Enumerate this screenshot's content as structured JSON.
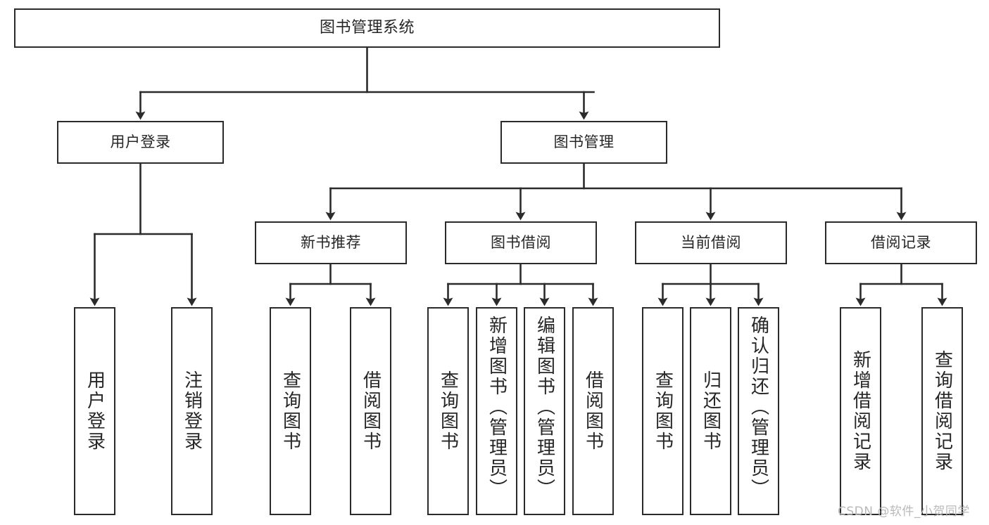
{
  "diagram": {
    "title": "图书管理系统",
    "type": "tree-hierarchy-diagram",
    "root": {
      "label": "图书管理系统"
    },
    "level2": [
      {
        "label": "用户登录"
      },
      {
        "label": "图书管理"
      }
    ],
    "level3": [
      {
        "label": "新书推荐"
      },
      {
        "label": "图书借阅"
      },
      {
        "label": "当前借阅"
      },
      {
        "label": "借阅记录"
      }
    ],
    "leaves": {
      "user_login": [
        {
          "label": "用户登录"
        },
        {
          "label": "注销登录"
        }
      ],
      "new_book_recommend": [
        {
          "label": "查询图书"
        },
        {
          "label": "借阅图书"
        }
      ],
      "book_borrow": [
        {
          "label": "查询图书"
        },
        {
          "label": "新增图书（管理员）"
        },
        {
          "label": "编辑图书（管理员）"
        },
        {
          "label": "借阅图书"
        }
      ],
      "current_borrow": [
        {
          "label": "查询图书"
        },
        {
          "label": "归还图书"
        },
        {
          "label": "确认归还（管理员）"
        }
      ],
      "borrow_record": [
        {
          "label": "新增借阅记录"
        },
        {
          "label": "查询借阅记录"
        }
      ]
    }
  },
  "watermark": {
    "text": "CSDN @软件_小贺同学"
  },
  "colors": {
    "border": "#2b2b2b",
    "text": "#262626",
    "background": "#ffffff",
    "watermark": "#b9b9b9"
  }
}
